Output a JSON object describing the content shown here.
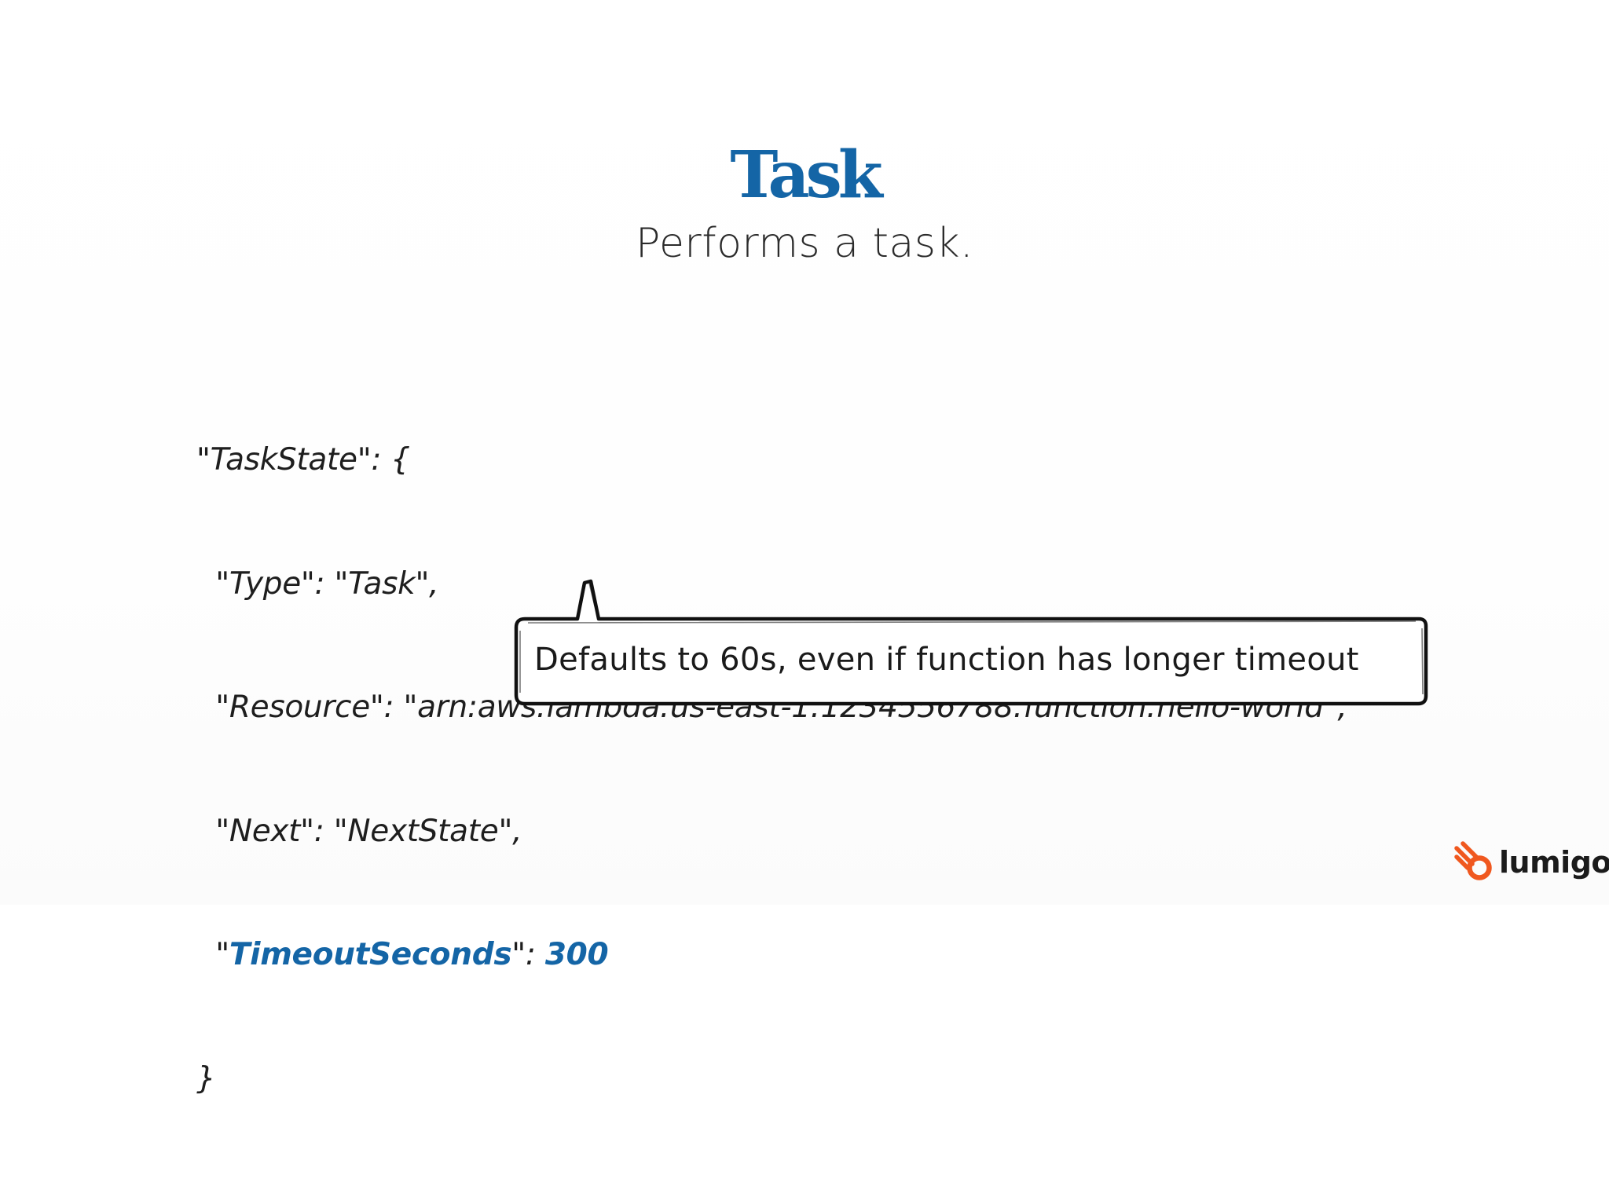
{
  "slide": {
    "title": "Task",
    "subtitle": "Performs a task."
  },
  "code": {
    "line1": "\"TaskState\": {",
    "line2": "  \"Type\": \"Task\",",
    "line3": "  \"Resource\": \"arn:aws:lambda:us-east-1:1234556788:function:hello-world\",",
    "line4": "  \"Next\": \"NextState\",",
    "line5_prefix": "  \"",
    "line5_key": "TimeoutSeconds",
    "line5_sep": "\": ",
    "line5_value": "300",
    "line6": "}"
  },
  "callout": {
    "text": "Defaults to 60s, even if function has longer timeout"
  },
  "brand": {
    "name": "lumigo",
    "icon": "lumigo-logo-icon"
  },
  "colors": {
    "accent": "#1465a6",
    "text": "#1e1e1e",
    "brand_orange": "#f0581f"
  }
}
